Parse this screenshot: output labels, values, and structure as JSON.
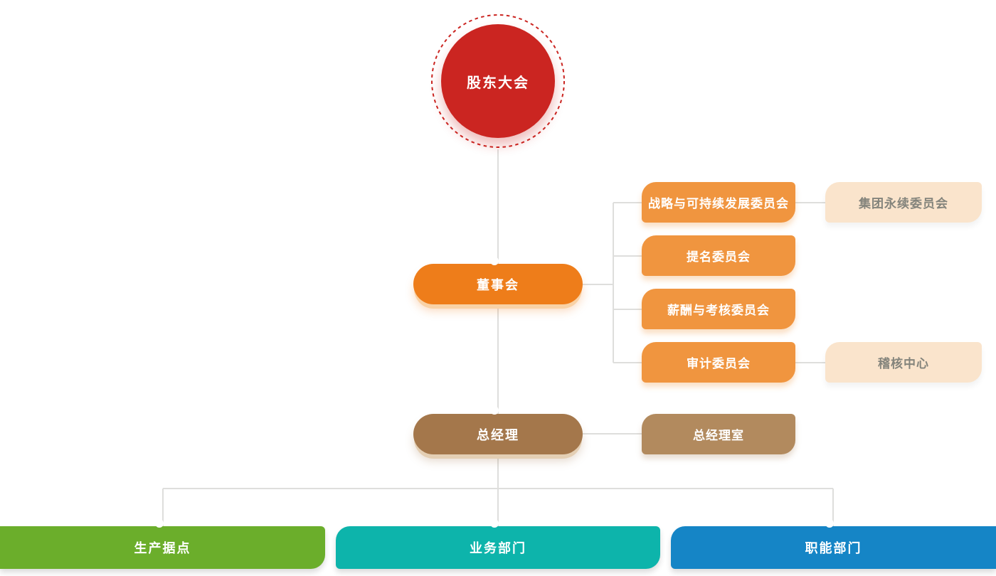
{
  "palette": {
    "red": "#CB2521",
    "orange": "#EE7D1A",
    "orange-light": "#F0953F",
    "beige": "#FAE4CC",
    "beige-text": "#84847C",
    "brown": "#A4774B",
    "brown-light": "#B28A5E",
    "green": "#6BAE2B",
    "teal": "#0DB4AB",
    "blue": "#1585C6",
    "line": "#DEDEDC"
  },
  "org": {
    "root": {
      "label": "股东大会"
    },
    "board": {
      "label": "董事会"
    },
    "committees": [
      {
        "label": "战略与可持续发展委员会"
      },
      {
        "label": "提名委员会"
      },
      {
        "label": "薪酬与考核委员会"
      },
      {
        "label": "审计委员会"
      }
    ],
    "attached": [
      {
        "label": "集团永续委员会",
        "parent": "战略与可持续发展委员会"
      },
      {
        "label": "稽核中心",
        "parent": "审计委员会"
      }
    ],
    "general_manager": {
      "label": "总经理"
    },
    "gm_office": {
      "label": "总经理室"
    },
    "departments": [
      {
        "label": "生产据点"
      },
      {
        "label": "业务部门"
      },
      {
        "label": "职能部门"
      }
    ]
  }
}
